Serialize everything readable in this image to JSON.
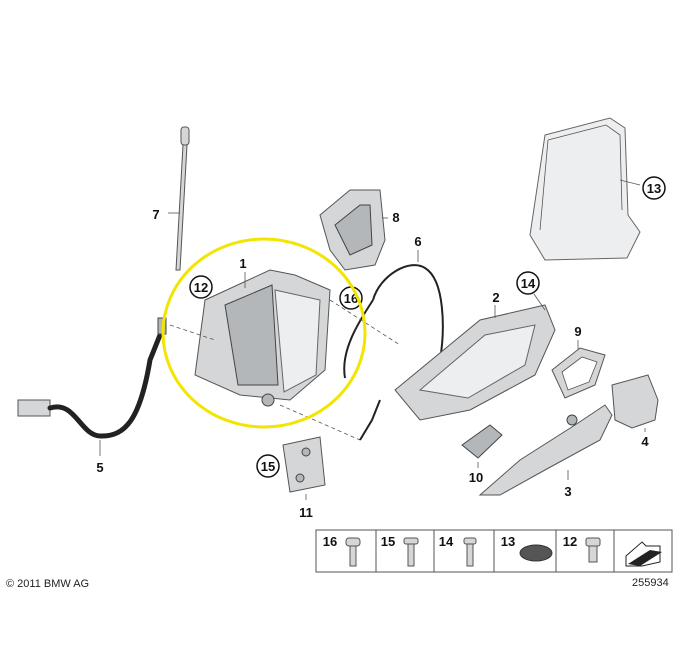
{
  "callouts": {
    "c1": "1",
    "c2": "2",
    "c3": "3",
    "c4": "4",
    "c5": "5",
    "c6": "6",
    "c7": "7",
    "c8": "8",
    "c9": "9",
    "c10": "10",
    "c11": "11",
    "c12": "12",
    "c13": "13",
    "c14": "14",
    "c15": "15",
    "c16": "16"
  },
  "legend": {
    "items": [
      "16",
      "15",
      "14",
      "13",
      "12"
    ]
  },
  "copyright": "© 2011 BMW AG",
  "diagram_number": "255934",
  "colors": {
    "highlight": "#f2e500",
    "part_fill": "#d4d6d8",
    "outline": "#555555"
  }
}
